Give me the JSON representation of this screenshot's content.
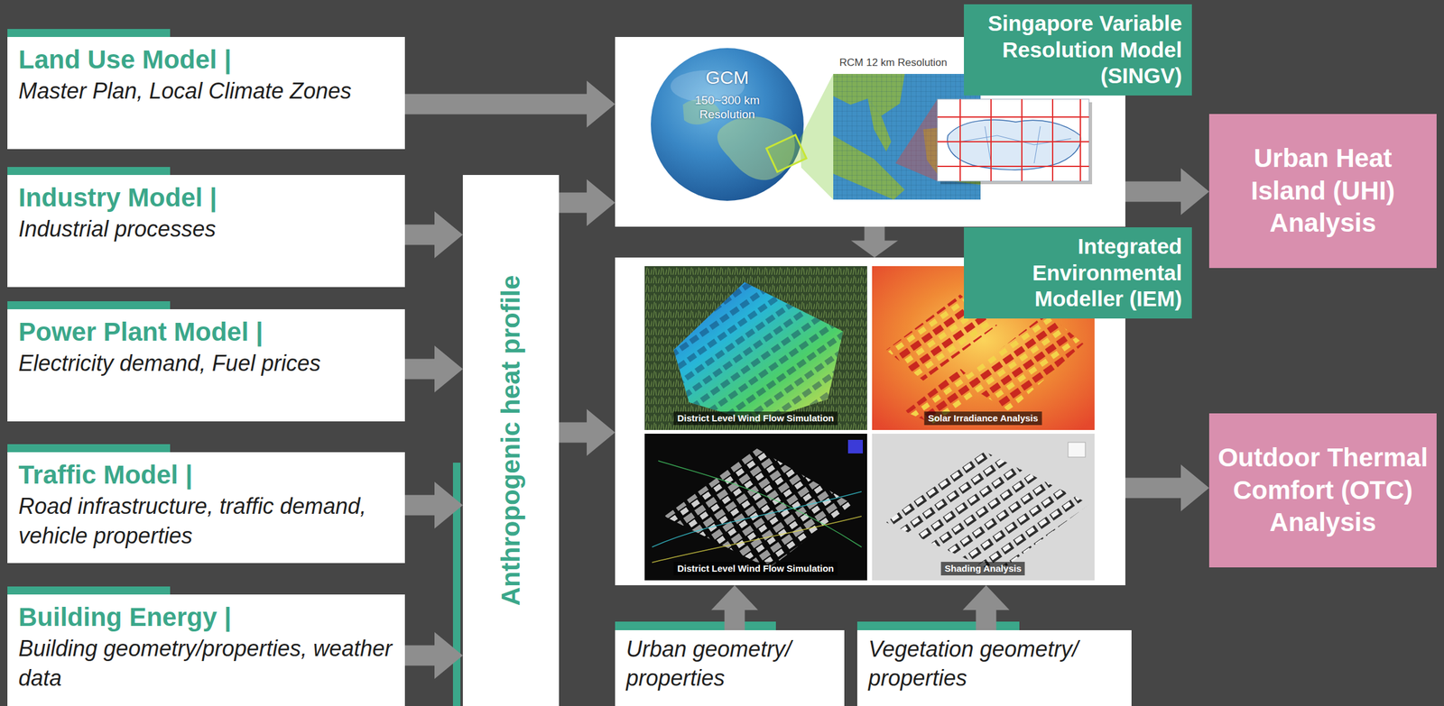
{
  "diagram": {
    "nodes": [
      {
        "text": [
          "Land Use Model |",
          "Master Plan, Local Climate Zones"
        ]
      },
      {
        "text": [
          "Industry Model |",
          "Industrial processes"
        ]
      },
      {
        "text": [
          "Power Plant Model |",
          "Electricity demand, Fuel prices"
        ]
      },
      {
        "text": [
          "Traffic Model |",
          "Road infrastructure, traffic demand, vehicle properties"
        ]
      },
      {
        "text": [
          "Building Energy |",
          "Building geometry/properties, weather data"
        ]
      },
      {
        "text": [
          "Anthropogenic heat profile"
        ]
      },
      {
        "text": [
          "Singapore Variable Resolution Model (SINGV)"
        ]
      },
      {
        "text": [
          "Integrated Environmental Modeller (IEM)"
        ]
      },
      {
        "text": [
          "Urban geometry/ properties"
        ]
      },
      {
        "text": [
          "Vegetation geometry/ properties"
        ]
      },
      {
        "text": [
          "Urban Heat Island (UHI) Analysis"
        ]
      },
      {
        "text": [
          "Outdoor Thermal Comfort (OTC) Analysis"
        ]
      }
    ],
    "edges": [
      {
        "from": 0,
        "to": 6,
        "arrow": "to"
      },
      {
        "from": 1,
        "to": 5,
        "arrow": "to"
      },
      {
        "from": 2,
        "to": 5,
        "arrow": "to"
      },
      {
        "from": 3,
        "to": 5,
        "arrow": "to"
      },
      {
        "from": 4,
        "to": 5,
        "arrow": "to"
      },
      {
        "from": 5,
        "to": 6,
        "arrow": "to"
      },
      {
        "from": 5,
        "to": 7,
        "arrow": "to"
      },
      {
        "from": 6,
        "to": 7,
        "arrow": "to"
      },
      {
        "from": 6,
        "to": 10,
        "arrow": "to"
      },
      {
        "from": 7,
        "to": 11,
        "arrow": "to"
      },
      {
        "from": 8,
        "to": 7,
        "arrow": "to"
      },
      {
        "from": 9,
        "to": 7,
        "arrow": "to"
      }
    ],
    "labels": [
      "GCM",
      "150~300 km Resolution",
      "RCM 12 km Resolution",
      "District Level Wind Flow Simulation",
      "Solar Irradiance Analysis",
      "District Level Wind Flow Simulation",
      "Shading Analysis"
    ]
  }
}
